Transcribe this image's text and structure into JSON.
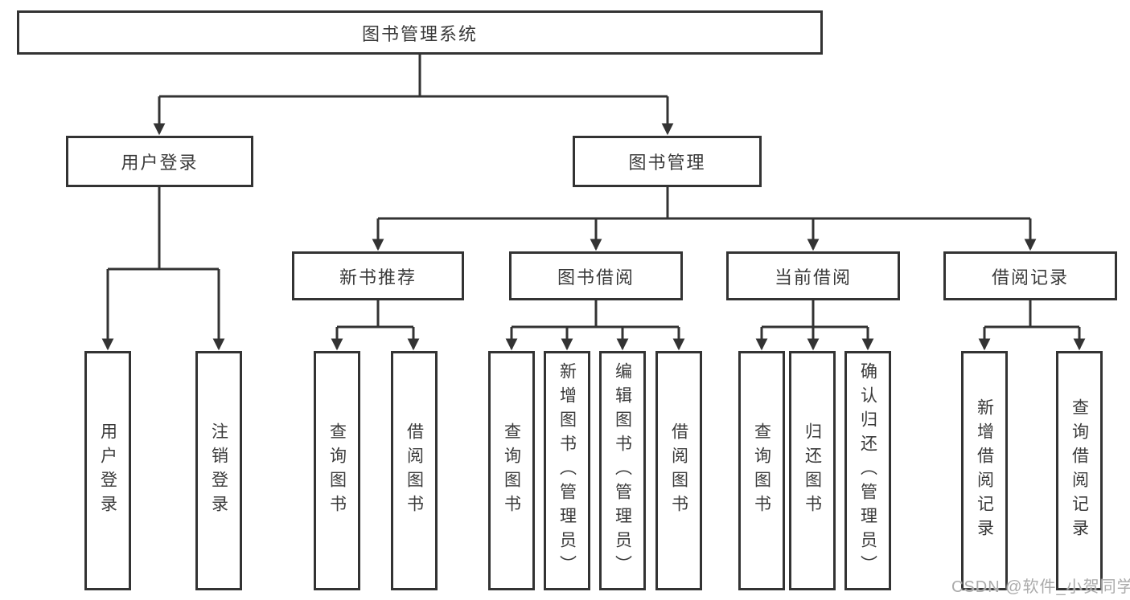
{
  "tree": {
    "label": "图书管理系统",
    "children": [
      {
        "label": "用户登录",
        "children": [
          {
            "label": "用户登录"
          },
          {
            "label": "注销登录"
          }
        ]
      },
      {
        "label": "图书管理",
        "children": [
          {
            "label": "新书推荐",
            "children": [
              {
                "label": "查询图书"
              },
              {
                "label": "借阅图书"
              }
            ]
          },
          {
            "label": "图书借阅",
            "children": [
              {
                "label": "查询图书"
              },
              {
                "label": "新增图书（管理员）"
              },
              {
                "label": "编辑图书（管理员）"
              },
              {
                "label": "借阅图书"
              }
            ]
          },
          {
            "label": "当前借阅",
            "children": [
              {
                "label": "查询图书"
              },
              {
                "label": "归还图书"
              },
              {
                "label": "确认归还（管理员）"
              }
            ]
          },
          {
            "label": "借阅记录",
            "children": [
              {
                "label": "新增借阅记录"
              },
              {
                "label": "查询借阅记录"
              }
            ]
          }
        ]
      }
    ]
  },
  "watermark": "CSDN @软件_小贺同学",
  "colors": {
    "line": "#333333",
    "text": "#3a3a3a",
    "background": "#ffffff",
    "watermark": "#ababab"
  }
}
